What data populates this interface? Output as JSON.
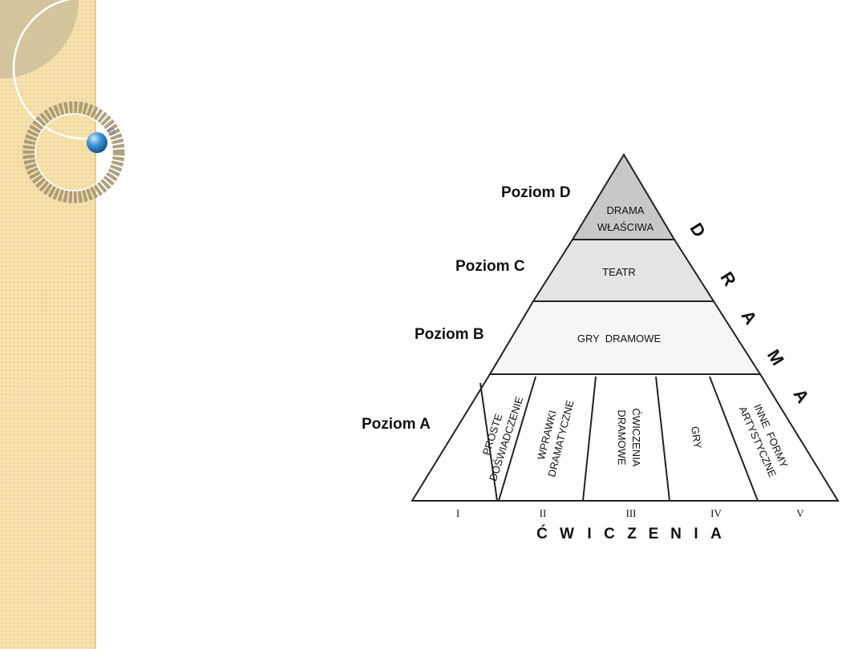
{
  "slide": {
    "sidebar_color": "#f6e2ae",
    "globe_superscript": "Θ"
  },
  "diagram": {
    "levels": [
      {
        "label": "Poziom D",
        "content": [
          "DRAMA",
          "WŁAŚCIWA"
        ],
        "fill": "#c8c8c8"
      },
      {
        "label": "Poziom C",
        "content": [
          "TEATR"
        ],
        "fill": "#e4e4e4"
      },
      {
        "label": "Poziom B",
        "content": [
          "GRY  DRAMOWE"
        ],
        "fill": "#f6f6f6"
      },
      {
        "label": "Poziom A",
        "content": [],
        "fill": "#ffffff"
      }
    ],
    "exercises": [
      {
        "numeral": "I",
        "lines": [
          "PROSTE",
          "DOŚWIADCZENIE"
        ]
      },
      {
        "numeral": "II",
        "lines": [
          "WPRAWKI",
          "DRAMATYCZNE"
        ]
      },
      {
        "numeral": "III",
        "lines": [
          "ĆWICZENIA",
          "DRAMOWE"
        ]
      },
      {
        "numeral": "IV",
        "lines": [
          "GRY"
        ]
      },
      {
        "numeral": "V",
        "lines": [
          "INNE  FORMY",
          "ARTYSTYCZNE"
        ]
      }
    ],
    "side_letters": [
      "D",
      "R",
      "A",
      "M",
      "A"
    ],
    "bottom_word": [
      "Ć",
      "W",
      "I",
      "C",
      "Z",
      "E",
      "N",
      "I",
      "A"
    ]
  }
}
